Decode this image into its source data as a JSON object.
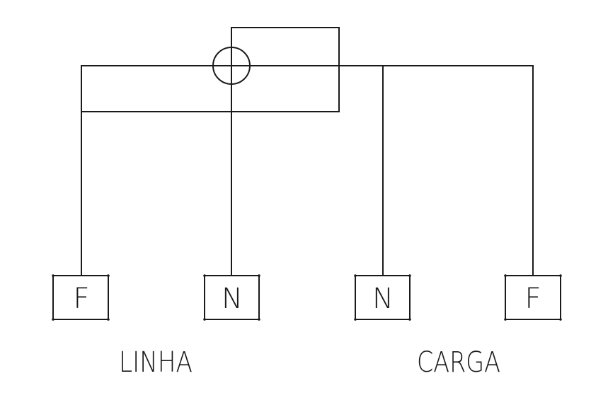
{
  "diagram": {
    "terminals": [
      {
        "id": "line-phase",
        "label": "F"
      },
      {
        "id": "line-neutral",
        "label": "N"
      },
      {
        "id": "load-neutral",
        "label": "N"
      },
      {
        "id": "load-phase",
        "label": "F"
      }
    ],
    "groups": {
      "line_label": "LINHA",
      "load_label": "CARGA"
    }
  }
}
